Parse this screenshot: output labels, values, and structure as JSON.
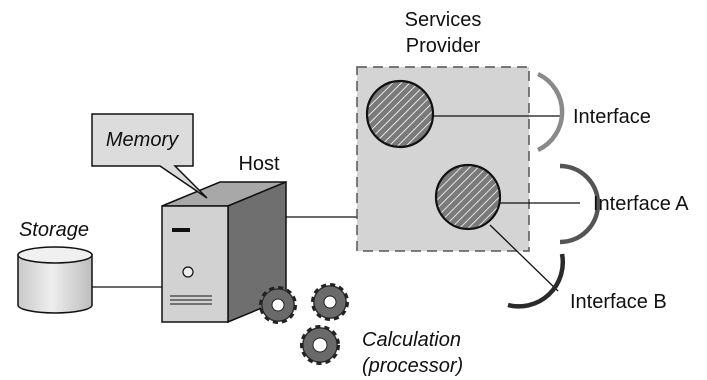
{
  "labels": {
    "services_line1": "Services",
    "services_line2": "Provider",
    "interface": "Interface",
    "interface_a": "Interface A",
    "interface_b": "Interface B",
    "memory": "Memory",
    "host": "Host",
    "storage": "Storage",
    "calculation_line1": "Calculation",
    "calculation_line2": "(processor)"
  },
  "colors": {
    "provider_fill": "#d4d4d4",
    "host_body": "#8c8c8c",
    "host_front": "#d2d2d2",
    "gear_fill": "#6a6a6a",
    "storage_fill": "#e0e0e0",
    "callout_fill": "#dcdcdc",
    "bracket_gray": "#8a8a8a",
    "bracket_dark": "#2a2a2a"
  }
}
